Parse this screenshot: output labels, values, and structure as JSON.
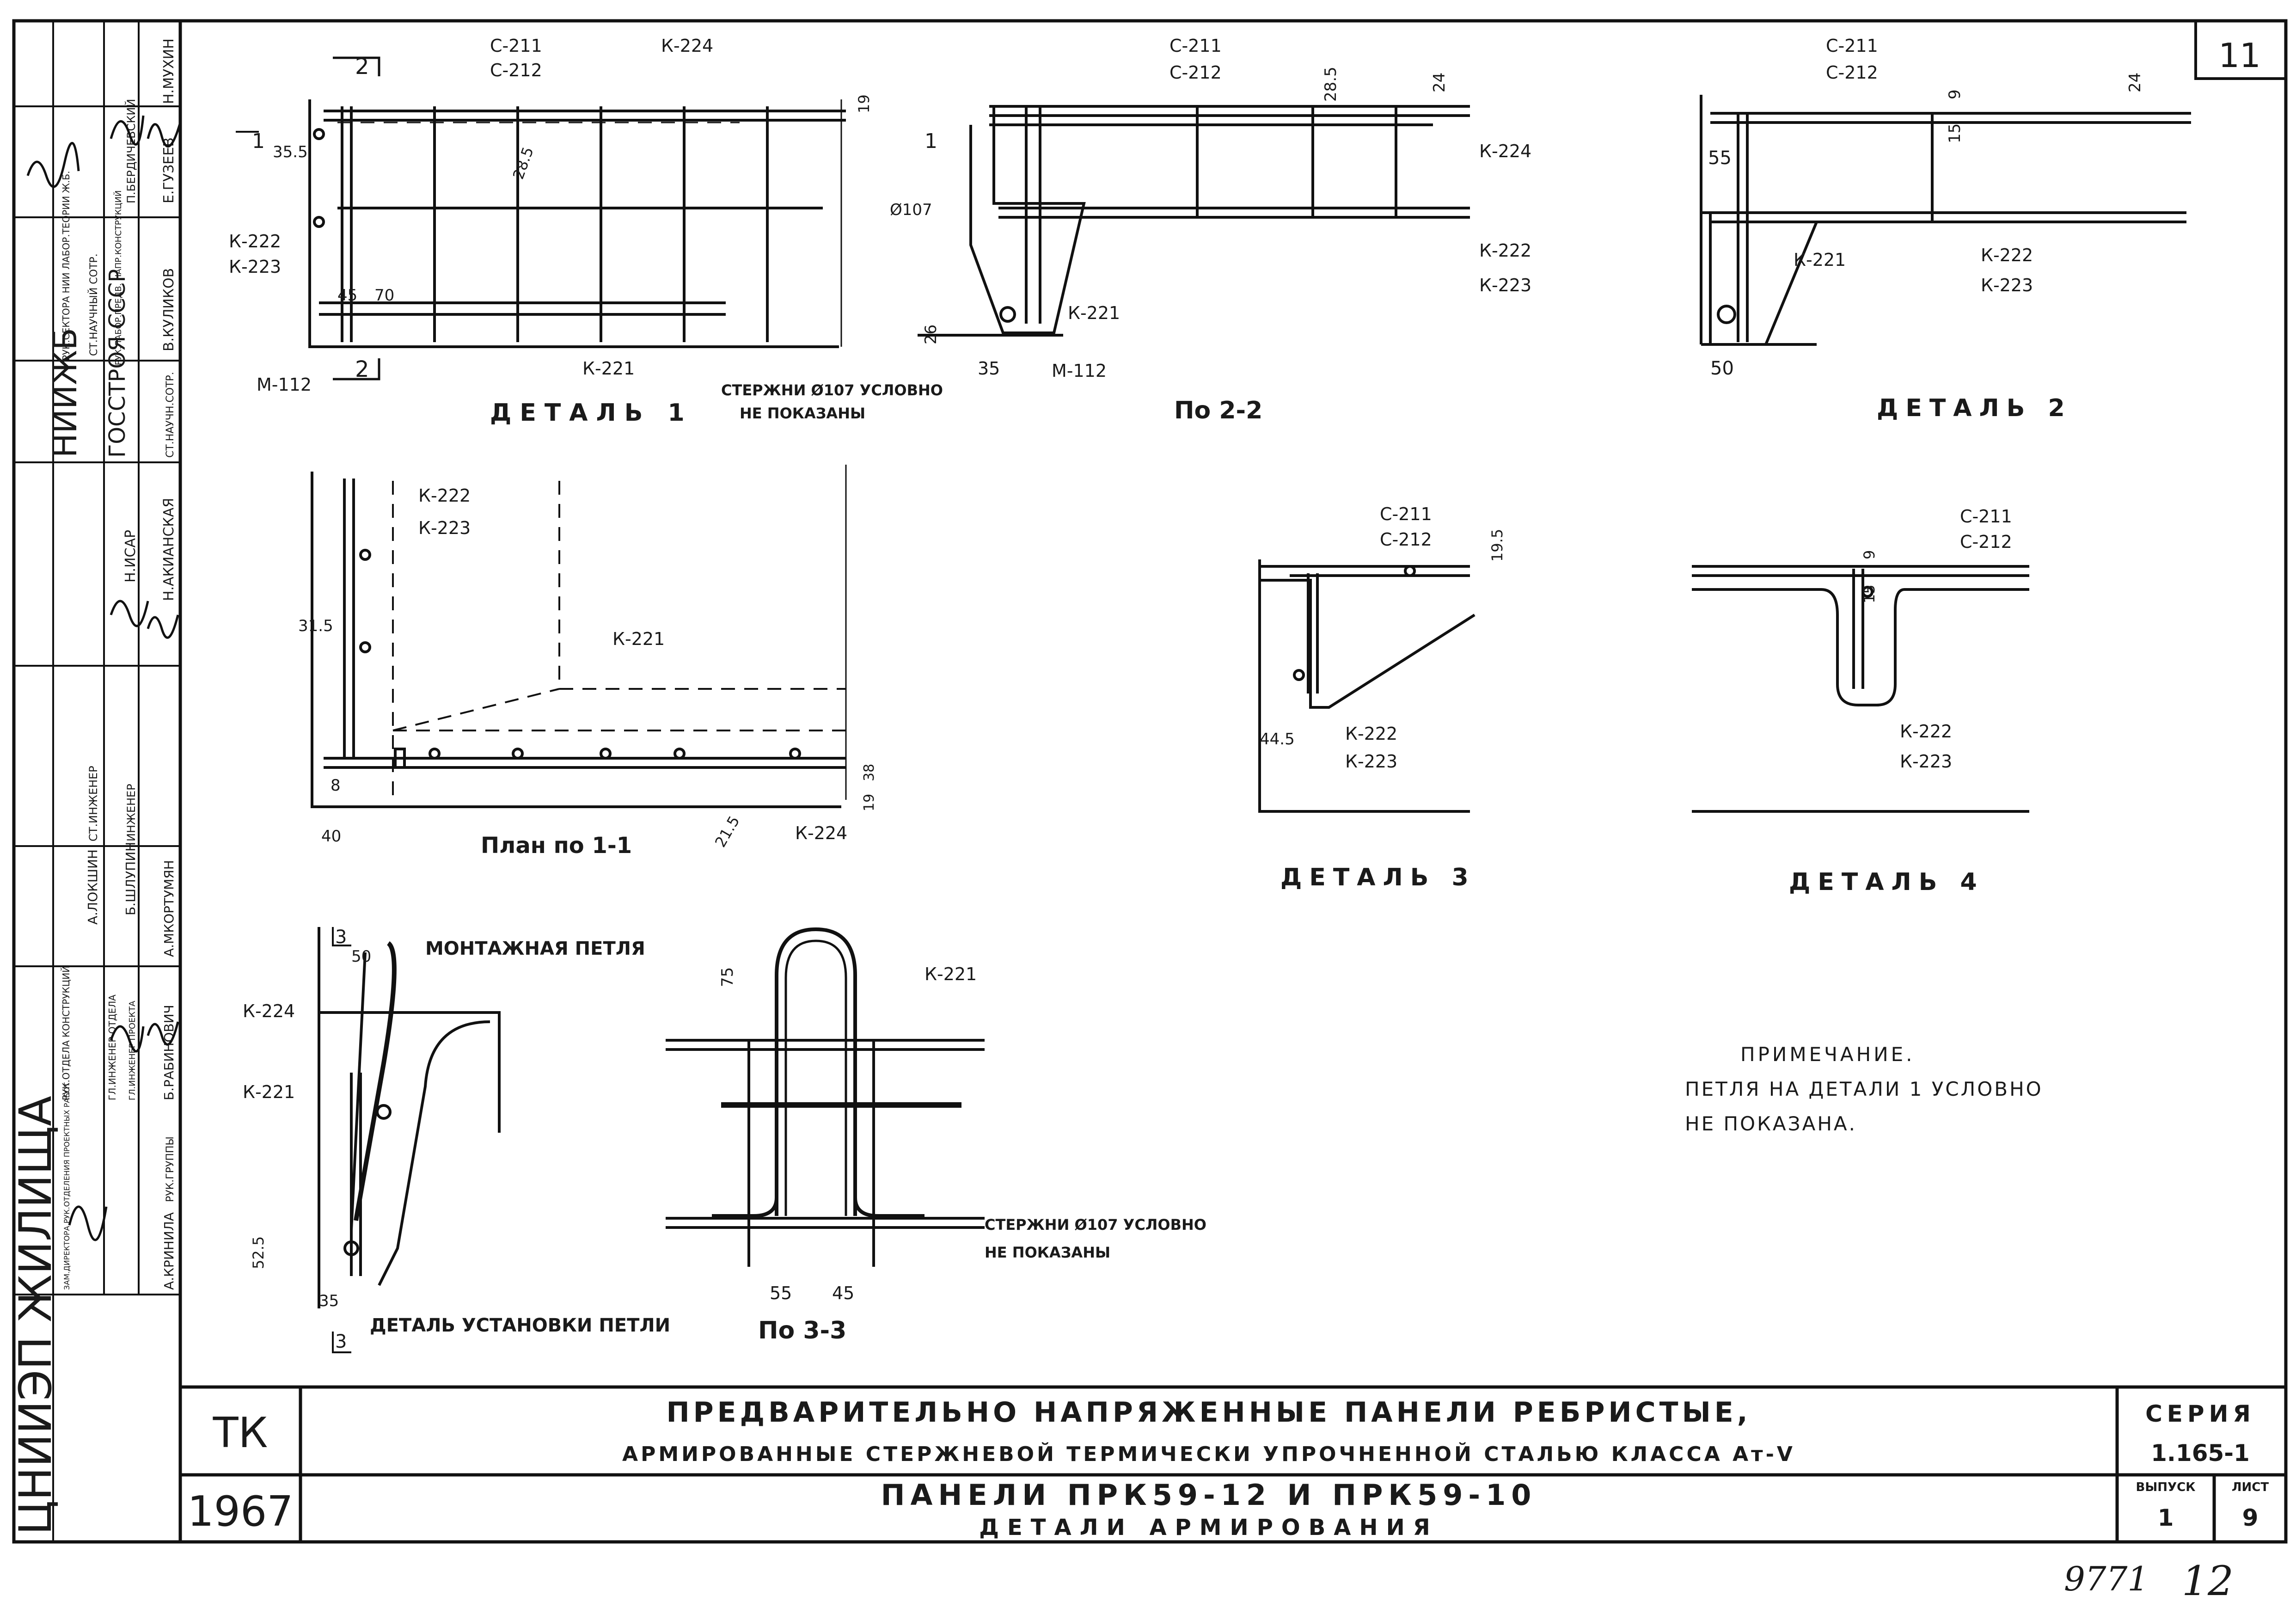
{
  "sheet_number": "11",
  "views": {
    "detail1": {
      "title": "ДЕТАЛЬ 1",
      "section_mark": "2",
      "section_left": "1",
      "labels": [
        "С-211",
        "С-212",
        "К-224",
        "К-222",
        "К-223",
        "М-112",
        "К-221"
      ],
      "dims": [
        "35.5",
        "28.5",
        "45",
        "70",
        "19"
      ],
      "note_line1": "СТЕРЖНИ Ø107 УСЛОВНО",
      "note_line2": "НЕ ПОКАЗАНЫ"
    },
    "section22": {
      "title": "По 2-2",
      "section_mark": "1",
      "labels": [
        "С-211",
        "С-212",
        "К-224",
        "К-222",
        "К-223",
        "Ø107",
        "К-221",
        "М-112"
      ],
      "dims": [
        "28.5",
        "24",
        "26",
        "35"
      ]
    },
    "detail2": {
      "title": "ДЕТАЛЬ 2",
      "labels": [
        "С-211",
        "С-212",
        "К-221",
        "К-222",
        "К-223"
      ],
      "dims": [
        "55",
        "9",
        "15",
        "24",
        "50"
      ]
    },
    "plan11": {
      "title": "План по 1-1",
      "labels": [
        "К-222",
        "К-223",
        "К-221",
        "К-224"
      ],
      "dims": [
        "31.5",
        "40",
        "8",
        "21.5",
        "19",
        "38"
      ]
    },
    "detail3": {
      "title": "ДЕТАЛЬ 3",
      "labels": [
        "С-211",
        "С-212",
        "К-222",
        "К-223"
      ],
      "dims": [
        "19.5",
        "44.5"
      ]
    },
    "detail4": {
      "title": "ДЕТАЛЬ 4",
      "labels": [
        "С-211",
        "С-212",
        "К-222",
        "К-223"
      ],
      "dims": [
        "9",
        "15"
      ]
    },
    "loop_detail": {
      "title": "ДЕТАЛЬ УСТАНОВКИ ПЕТЛИ",
      "loop_label": "МОНТАЖНАЯ ПЕТЛЯ",
      "section_mark": "3",
      "labels": [
        "К-224",
        "К-221"
      ],
      "dims": [
        "50",
        "52.5",
        "35"
      ]
    },
    "section33": {
      "title": "По 3-3",
      "labels": [
        "К-221"
      ],
      "dims": [
        "75",
        "55",
        "45"
      ],
      "note_line1": "СТЕРЖНИ Ø107 УСЛОВНО",
      "note_line2": "НЕ ПОКАЗАНЫ"
    }
  },
  "note": {
    "heading": "ПРИМЕЧАНИЕ.",
    "line1": "ПЕТЛЯ НА ДЕТАЛИ 1 УСЛОВНО",
    "line2": "НЕ ПОКАЗАНА."
  },
  "title_block": {
    "tk": "ТК",
    "year": "1967",
    "title_line1": "ПРЕДВАРИТЕЛЬНО НАПРЯЖЕННЫЕ ПАНЕЛИ РЕБРИСТЫЕ,",
    "title_line2": "АРМИРОВАННЫЕ СТЕРЖНЕВОЙ ТЕРМИЧЕСКИ УПРОЧНЕННОЙ СТАЛЬЮ КЛАССА Ат-V",
    "subtitle_line1": "ПАНЕЛИ ПРК59-12 И ПРК59-10",
    "subtitle_line2": "ДЕТАЛИ АРМИРОВАНИЯ",
    "series_label": "СЕРИЯ",
    "series_value": "1.165-1",
    "issue_label": "ВЫПУСК",
    "issue_value": "1",
    "sheet_label": "ЛИСТ",
    "sheet_value": "9"
  },
  "side_stamp": {
    "org1": "НИИЖБ",
    "org2": "ГОССТРОЯ СССР",
    "org3": "ЦНИИЭП ЖИЛИЩА",
    "names": [
      "Н.МУХИН",
      "Е.ГУЗЕЕВ",
      "П.БЕРДИЧЕВСКИЙ",
      "В.КУЛИКОВ",
      "Н.АКИАНСКАЯ",
      "Н.ИСАР",
      "А.МКОРТУМЯН",
      "Б.ШЛУПИН",
      "А.ЛОКШИН",
      "Б.РАБИНОВИЧ",
      "А.КРИНИЛА"
    ],
    "roles": [
      "РУК.СЕКТОРА НИИ ЛАБОР.ТЕОРИИ Ж.Б.",
      "СТ.НАУЧНЫЙ СОТР.",
      "РУК.ЛАБОР.ПРЕДВ. НАПР.КОНСТРУКЦИЙ",
      "СТ.НАУЧН.СОТР.",
      "СТ.ИНЖЕНЕР",
      "ИНЖЕНЕР",
      "РУК.ОТДЕЛА КОНСТРУКЦИЙ",
      "ГЛ.ИНЖЕНЕР ОТДЕЛА",
      "ГЛ.ИНЖЕНЕР ПРОЕКТА",
      "РУК.ГРУППЫ",
      "ЗАМ.ДИРЕКТОРА РУК.ОТДЕЛЕНИЯ ПРОЕКТНЫХ РАБОТ"
    ]
  },
  "footer_numbers": {
    "archive": "9771",
    "page": "12"
  }
}
